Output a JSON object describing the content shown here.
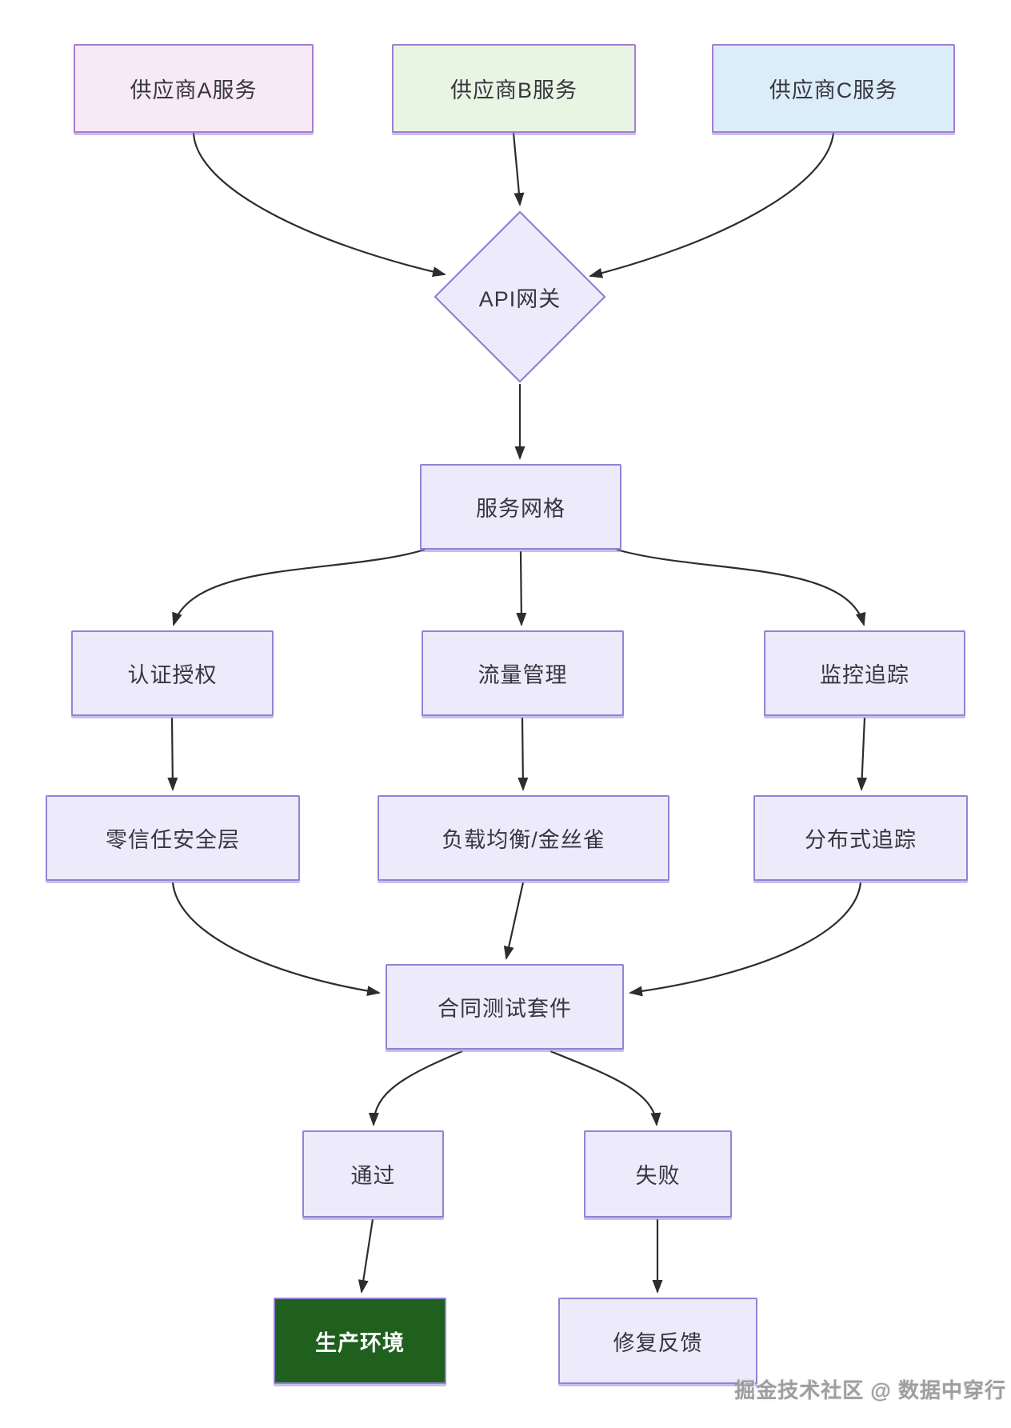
{
  "nodes": {
    "supplier_a": {
      "label": "供应商A服务",
      "shape": "rect",
      "fill": "#f8e9f6"
    },
    "supplier_b": {
      "label": "供应商B服务",
      "shape": "rect",
      "fill": "#e9f5e3"
    },
    "supplier_c": {
      "label": "供应商C服务",
      "shape": "rect",
      "fill": "#dcedfa"
    },
    "api_gateway": {
      "label": "API网关",
      "shape": "diamond",
      "fill": "#eceafb"
    },
    "service_mesh": {
      "label": "服务网格",
      "shape": "rect",
      "fill": "#eceafb"
    },
    "auth": {
      "label": "认证授权",
      "shape": "rect",
      "fill": "#eceafb"
    },
    "traffic": {
      "label": "流量管理",
      "shape": "rect",
      "fill": "#eceafb"
    },
    "monitoring": {
      "label": "监控追踪",
      "shape": "rect",
      "fill": "#eceafb"
    },
    "zero_trust": {
      "label": "零信任安全层",
      "shape": "rect",
      "fill": "#eceafb"
    },
    "load_balance": {
      "label": "负载均衡/金丝雀",
      "shape": "rect",
      "fill": "#eceafb"
    },
    "dist_tracing": {
      "label": "分布式追踪",
      "shape": "rect",
      "fill": "#eceafb"
    },
    "contract_test": {
      "label": "合同测试套件",
      "shape": "rect",
      "fill": "#eceafb"
    },
    "pass": {
      "label": "通过",
      "shape": "rect",
      "fill": "#eceafb"
    },
    "fail": {
      "label": "失败",
      "shape": "rect",
      "fill": "#eceafb"
    },
    "production": {
      "label": "生产环境",
      "shape": "rect",
      "fill": "#20601f"
    },
    "fix_feedback": {
      "label": "修复反馈",
      "shape": "rect",
      "fill": "#eceafb"
    }
  },
  "edges": [
    {
      "from": "supplier_a",
      "to": "api_gateway"
    },
    {
      "from": "supplier_b",
      "to": "api_gateway"
    },
    {
      "from": "supplier_c",
      "to": "api_gateway"
    },
    {
      "from": "api_gateway",
      "to": "service_mesh"
    },
    {
      "from": "service_mesh",
      "to": "auth"
    },
    {
      "from": "service_mesh",
      "to": "traffic"
    },
    {
      "from": "service_mesh",
      "to": "monitoring"
    },
    {
      "from": "auth",
      "to": "zero_trust"
    },
    {
      "from": "traffic",
      "to": "load_balance"
    },
    {
      "from": "monitoring",
      "to": "dist_tracing"
    },
    {
      "from": "zero_trust",
      "to": "contract_test"
    },
    {
      "from": "load_balance",
      "to": "contract_test"
    },
    {
      "from": "dist_tracing",
      "to": "contract_test"
    },
    {
      "from": "contract_test",
      "to": "pass"
    },
    {
      "from": "contract_test",
      "to": "fail"
    },
    {
      "from": "pass",
      "to": "production"
    },
    {
      "from": "fail",
      "to": "fix_feedback"
    }
  ],
  "colors": {
    "node_fill_lavender": "#eceafb",
    "node_fill_pink": "#f8e9f6",
    "node_fill_green": "#e9f5e3",
    "node_fill_blue": "#dcedfa",
    "node_fill_darkgreen": "#20601f",
    "node_border_purple": "#9184d6",
    "edge_stroke": "#2d2d2d",
    "text": "#36363f",
    "watermark_text": "#9e9ea2"
  },
  "watermark": "掘金技术社区 @ 数据中穿行"
}
